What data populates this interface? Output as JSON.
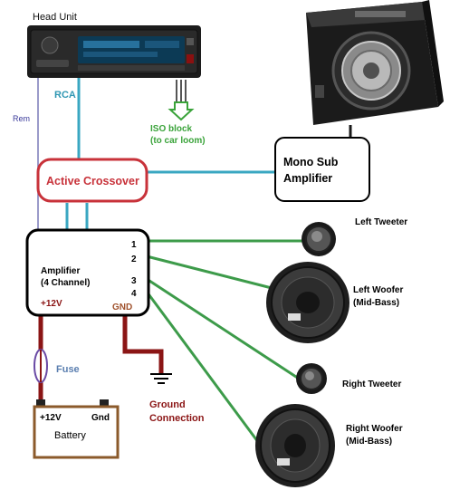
{
  "labels": {
    "head_unit": "Head Unit",
    "rca": "RCA",
    "rem": "Rem",
    "iso_line1": "ISO block",
    "iso_line2": "(to car loom)",
    "active_crossover": "Active Crossover",
    "mono_sub_line1": "Mono Sub",
    "mono_sub_line2": "Amplifier",
    "amplifier_line1": "Amplifier",
    "amplifier_line2": "(4 Channel)",
    "amp_plus12v": "+12V",
    "amp_gnd": "GND",
    "ch1": "1",
    "ch2": "2",
    "ch3": "3",
    "ch4": "4",
    "fuse": "Fuse",
    "battery": "Battery",
    "battery_plus12v": "+12V",
    "battery_gnd": "Gnd",
    "ground_line1": "Ground",
    "ground_line2": "Connection",
    "left_tweeter": "Left Tweeter",
    "left_woofer_line1": "Left Woofer",
    "left_woofer_line2": "(Mid-Bass)",
    "right_tweeter": "Right Tweeter",
    "right_woofer_line1": "Right Woofer",
    "right_woofer_line2": "(Mid-Bass)"
  },
  "colors": {
    "rca_wire": "#3aa7c2",
    "speaker_wire": "#3d9b4a",
    "power_wire": "#8b1515",
    "rem_wire": "#7a7ab8",
    "crossover_border": "#c8323a",
    "crossover_text": "#c8323a",
    "iso_text": "#3aa33a",
    "battery_border": "#8b5a2b",
    "amp_power_label": "#8b1515",
    "gnd_label": "#a0522d",
    "fuse_text": "#5b7fb0"
  }
}
